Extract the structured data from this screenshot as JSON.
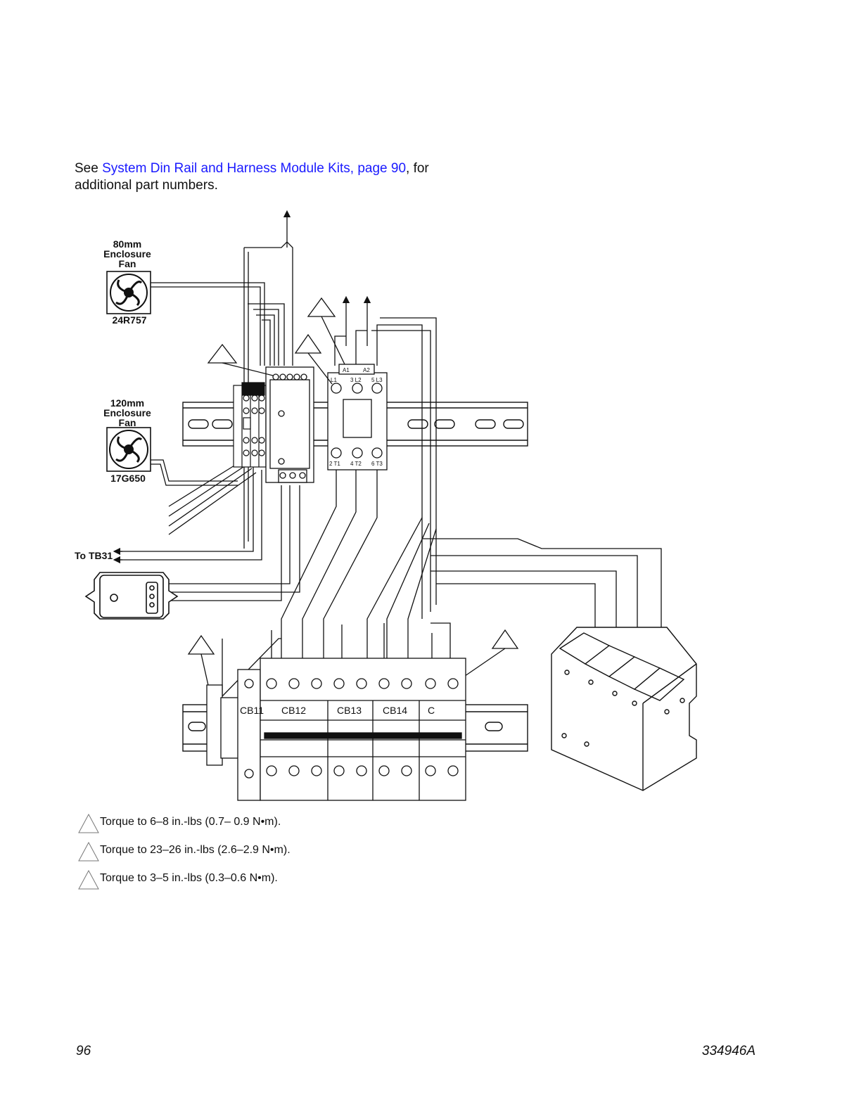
{
  "intro": {
    "prefix": "See ",
    "link_text": "System Din Rail and Harness Module Kits, page 90",
    "suffix": ", for additional part numbers.",
    "link_color": "#1a1aff"
  },
  "components": {
    "fan80": {
      "title_lines": [
        "80mm",
        "Enclosure",
        "Fan"
      ],
      "part": "24R757"
    },
    "fan120": {
      "title_lines": [
        "120mm",
        "Enclosure",
        "Fan"
      ],
      "part": "17G650"
    },
    "tb31_label": "To TB31",
    "contactor_top": [
      "A1",
      "A2"
    ],
    "contactor_line": [
      "L1",
      "3 L2",
      "5 L3"
    ],
    "contactor_load": [
      "2 T1",
      "4 T2",
      "6 T3"
    ],
    "breakers": [
      "CB11",
      "CB12",
      "CB13",
      "CB14",
      "C"
    ]
  },
  "notes": [
    {
      "text": "Torque to 6–8 in.-lbs (0.7– 0.9 N•m)."
    },
    {
      "text": "Torque to 23–26 in.-lbs (2.6–2.9 N•m)."
    },
    {
      "text": "Torque to 3–5 in.-lbs (0.3–0.6 N•m)."
    }
  ],
  "footer": {
    "page_number": "96",
    "doc_id": "334946A"
  }
}
